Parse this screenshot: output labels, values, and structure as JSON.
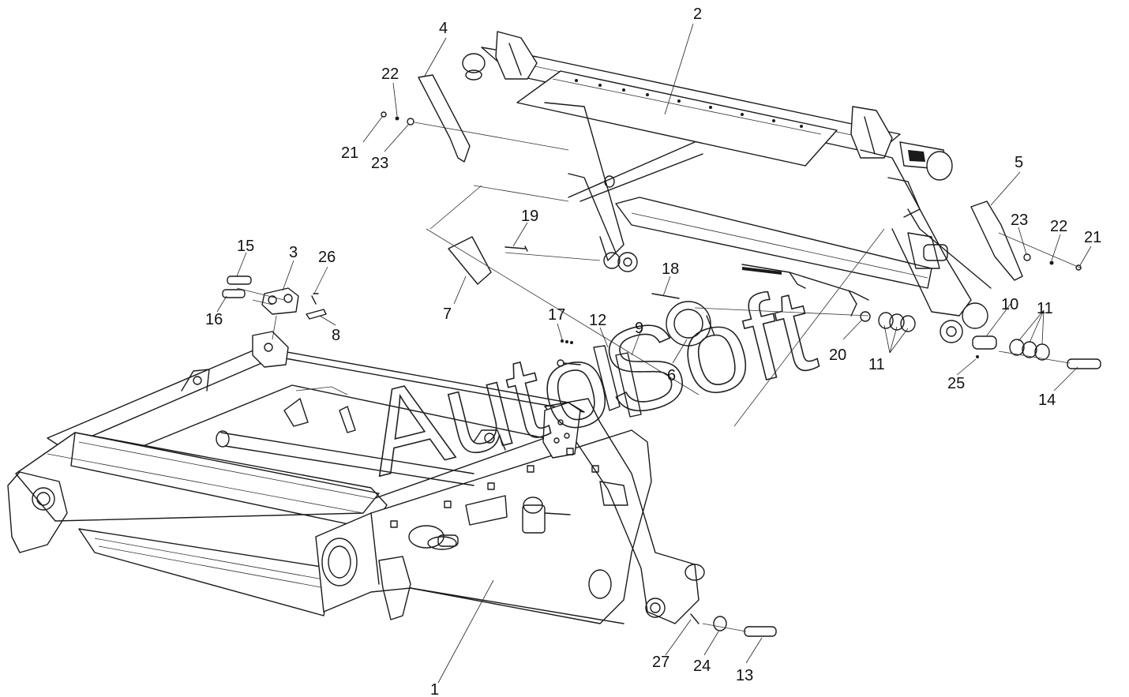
{
  "watermark": "AutoSoft",
  "callouts": [
    {
      "n": "1"
    },
    {
      "n": "2"
    },
    {
      "n": "3"
    },
    {
      "n": "4"
    },
    {
      "n": "5"
    },
    {
      "n": "6"
    },
    {
      "n": "7"
    },
    {
      "n": "8"
    },
    {
      "n": "9"
    },
    {
      "n": "10"
    },
    {
      "n": "11"
    },
    {
      "n": "11"
    },
    {
      "n": "12"
    },
    {
      "n": "13"
    },
    {
      "n": "14"
    },
    {
      "n": "15"
    },
    {
      "n": "16"
    },
    {
      "n": "17"
    },
    {
      "n": "18"
    },
    {
      "n": "19"
    },
    {
      "n": "20"
    },
    {
      "n": "21"
    },
    {
      "n": "21"
    },
    {
      "n": "22"
    },
    {
      "n": "22"
    },
    {
      "n": "23"
    },
    {
      "n": "23"
    },
    {
      "n": "24"
    },
    {
      "n": "25"
    },
    {
      "n": "26"
    },
    {
      "n": "27"
    }
  ],
  "colors": {
    "line": "#1a1a1a",
    "background": "#ffffff"
  }
}
